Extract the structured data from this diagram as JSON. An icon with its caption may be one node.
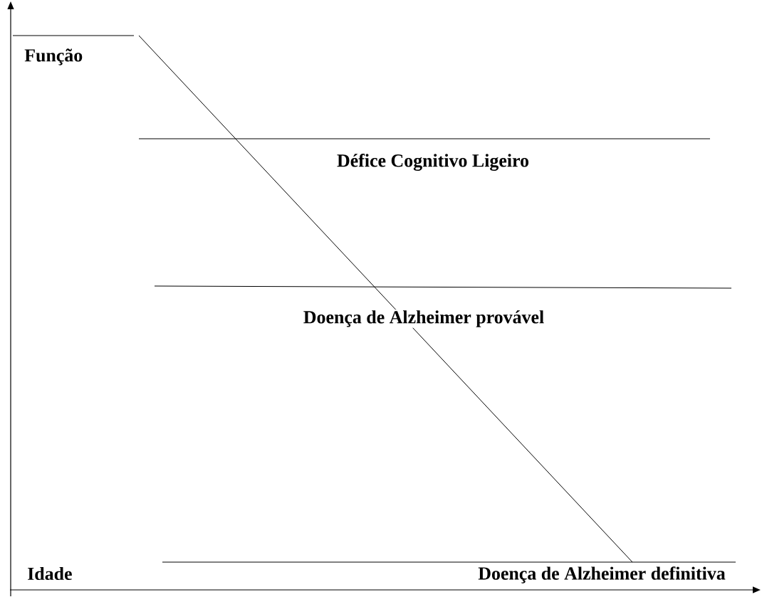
{
  "diagram": {
    "labels": [
      "Função",
      "Défice Cognitivo Ligeiro",
      "Doença de Alzheimer provável",
      "Doença de Alzheimer definitiva",
      "Idade"
    ]
  }
}
